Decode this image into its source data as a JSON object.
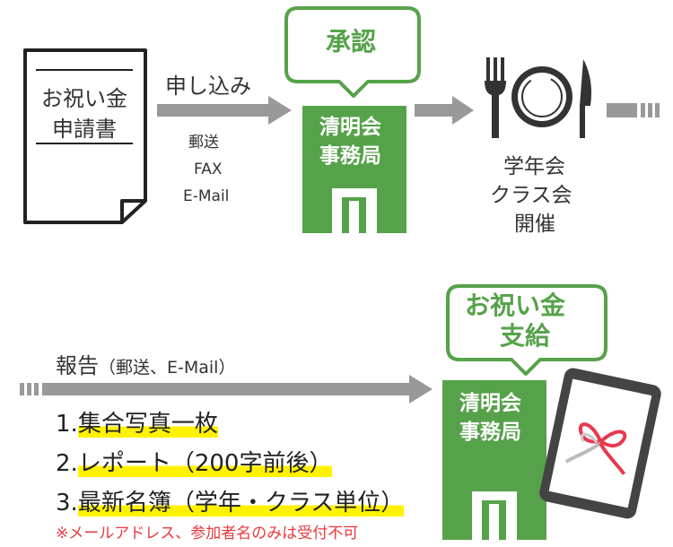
{
  "colors": {
    "green": "#56a24a",
    "arrow": "#999999",
    "dark": "#333333",
    "highlight": "#fff200",
    "note_red": "#e8383d",
    "gift_ribbon": "#e8384f"
  },
  "top_flow": {
    "document_lines": [
      "お祝い金",
      "申請書"
    ],
    "arrow1_label": "申し込み",
    "methods": [
      "郵送",
      "FAX",
      "E-Mail"
    ],
    "approval_bubble": "承認",
    "office_lines": [
      "清明会",
      "事務局"
    ],
    "meal_icon": "plate-cutlery-icon",
    "event_lines": [
      "学年会",
      "クラス会",
      "開催"
    ]
  },
  "bottom_flow": {
    "report_label": "報告",
    "report_methods": "（郵送、E-Mail）",
    "items": [
      {
        "num": "1.",
        "text": "集合写真一枚"
      },
      {
        "num": "2.",
        "text": "レポート（200字前後）"
      },
      {
        "num": "3.",
        "text": "最新名簿（学年・クラス単位）"
      }
    ],
    "note": "※メールアドレス、参加者名のみは受付不可",
    "payout_bubble_lines": [
      "お祝い金",
      "支給"
    ],
    "office_lines": [
      "清明会",
      "事務局"
    ],
    "tablet_icon": "tablet-gift-icon"
  }
}
